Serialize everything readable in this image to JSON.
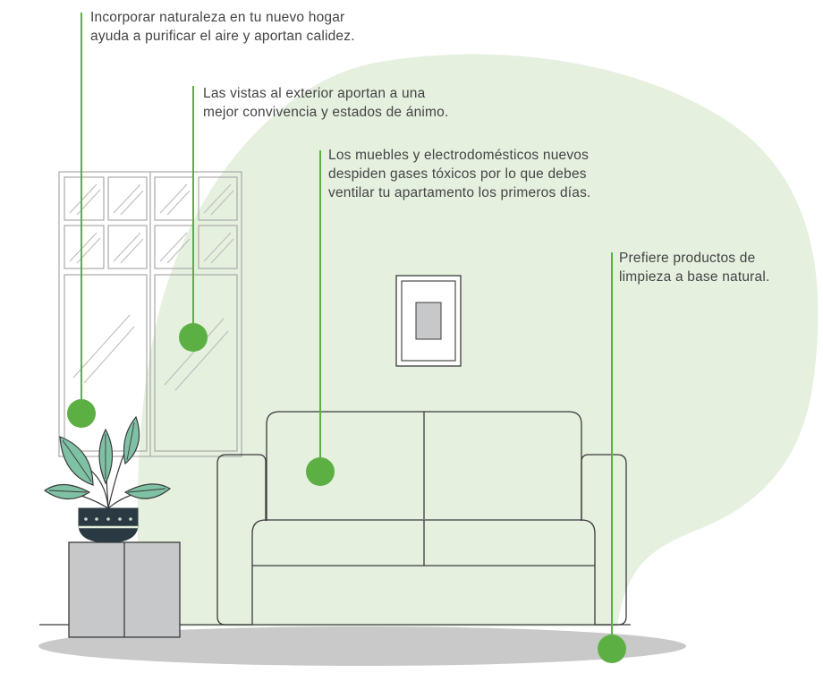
{
  "callouts": [
    {
      "id": "plants",
      "text": "Incorporar naturaleza en tu nuevo hogar\nayuda a purificar el aire y aportan calidez."
    },
    {
      "id": "views",
      "text": "Las vistas al exterior aportan a una\nmejor convivencia y estados de ánimo."
    },
    {
      "id": "furniture",
      "text": "Los muebles y electrodomésticos nuevos\ndespiden gases tóxicos por lo que debes\nventilar tu apartamento los primeros días."
    },
    {
      "id": "cleaning",
      "text": "Prefiere productos de\nlimpieza a base natural."
    }
  ],
  "colors": {
    "accent": "#5cb043",
    "blob": "#e5f0df",
    "floor_shadow": "#c9c9c9",
    "line_art": "#3a3a3a",
    "window_frame": "#a9a9a9",
    "leaf": "#7fc1a5",
    "pot": "#2b3a42",
    "cabinet": "#c7c8ca",
    "text": "#444444"
  }
}
